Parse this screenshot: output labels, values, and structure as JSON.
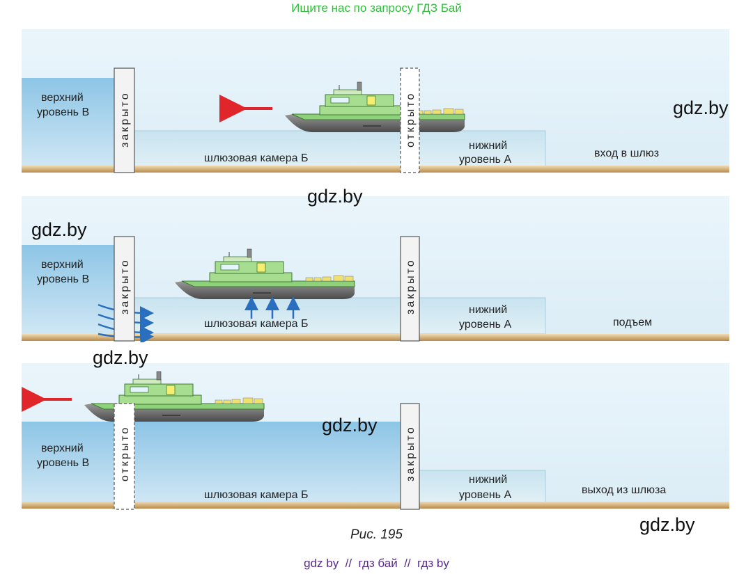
{
  "header": {
    "banner": "Ищите нас по запросу ГДЗ Бай"
  },
  "panels": [
    {
      "upper_level": [
        "верхний",
        "уровень B"
      ],
      "left_gate": "закрыто",
      "right_gate": "открыто",
      "chamber": "шлюзовая камера Б",
      "lower_level": [
        "нижний",
        "уровень A"
      ],
      "stage": "вход в шлюз"
    },
    {
      "upper_level": [
        "верхний",
        "уровень B"
      ],
      "left_gate": "закрыто",
      "right_gate": "закрыто",
      "chamber": "шлюзовая камера Б",
      "lower_level": [
        "нижний",
        "уровень A"
      ],
      "stage": "подъем"
    },
    {
      "upper_level": [
        "верхний",
        "уровень B"
      ],
      "left_gate": "открыто",
      "right_gate": "закрыто",
      "chamber": "шлюзовая камера Б",
      "lower_level": [
        "нижний",
        "уровень A"
      ],
      "stage": "выход из шлюза"
    }
  ],
  "watermarks": [
    "gdz.by",
    "gdz.by",
    "gdz.by",
    "gdz.by",
    "gdz.by",
    "gdz.by"
  ],
  "caption": "Рис. 195",
  "footer": "gdz by  //  гдз бай  //  гдз by",
  "colors": {
    "sky": "#e3f1f9",
    "upper_water": "#8fc6e6",
    "chamber_water": "#d0e8f2",
    "ground": "#c9a56a",
    "arrow": "#e0262b",
    "flow": "#2a6fbf",
    "ship_deck": "#9ed88a",
    "ship_hull": "#6e6e6e",
    "banner": "#2fbf3a"
  }
}
